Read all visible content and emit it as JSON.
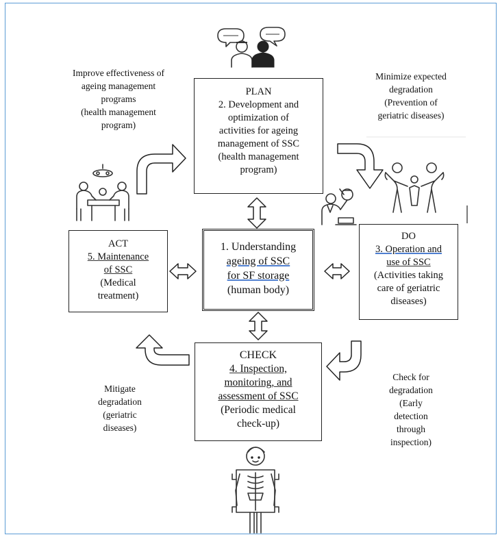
{
  "diagram": {
    "plan_box": {
      "title": "PLAN",
      "lines": [
        "2. Development and",
        "optimization of",
        "activities for ageing",
        "management of SSC",
        "(health management",
        "program)"
      ]
    },
    "do_box": {
      "title": "DO",
      "lines": [
        "3. Operation and",
        "use of SSC",
        "(Activities taking",
        "care of geriatric",
        "diseases)"
      ]
    },
    "check_box": {
      "title": "CHECK",
      "lines": [
        "4. Inspection,",
        "monitoring, and",
        "assessment of SSC",
        "(Periodic medical",
        "check-up)"
      ]
    },
    "act_box": {
      "title": "ACT",
      "lines": [
        "5. Maintenance",
        "of SSC",
        "(Medical",
        "treatment)"
      ]
    },
    "center_box": {
      "lines": [
        "1. Understanding",
        "ageing of SSC",
        "for SF storage",
        "(human body)"
      ]
    },
    "notes": {
      "improve": [
        "Improve effectiveness of",
        "ageing management",
        "programs",
        "(health management",
        "program)"
      ],
      "minimize": [
        "Minimize expected",
        "degradation",
        "(Prevention of",
        "geriatric diseases)"
      ],
      "mitigate": [
        "Mitigate",
        "degradation",
        "(geriatric",
        "diseases)"
      ],
      "check_for": [
        "Check for",
        "degradation",
        "(Early",
        "detection",
        "through",
        "inspection)"
      ]
    },
    "icons": {
      "top": "doctor-patient-conversation-icon",
      "left": "surgery-team-icon",
      "right": "family-holding-hands-icon",
      "researcher": "researcher-globe-icon",
      "bottom": "xray-body-scan-icon"
    },
    "colors": {
      "frame": "#5b9bd5",
      "spell_underline": "#4f7fd0",
      "stroke": "#222222"
    }
  }
}
